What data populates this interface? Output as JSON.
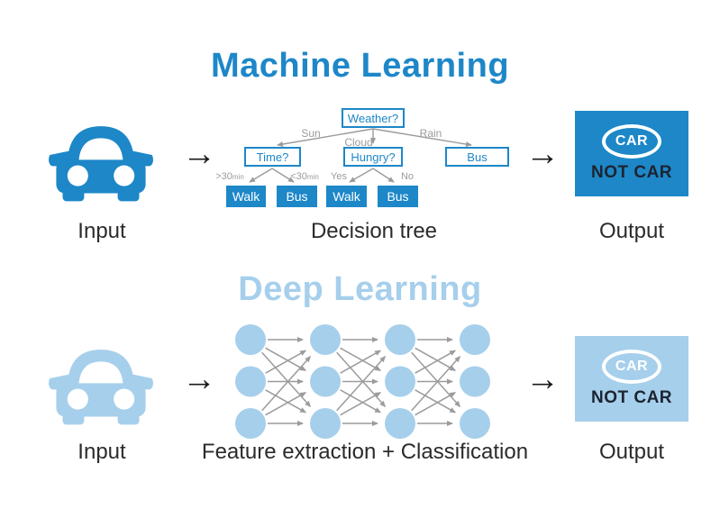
{
  "machine_learning": {
    "title": "Machine Learning",
    "input_label": "Input",
    "arrow": "→",
    "diagram_label": "Decision tree",
    "output_label": "Output",
    "logo": {
      "car": "CAR",
      "not_car": "NOT CAR"
    },
    "tree": {
      "root": "Weather?",
      "branches": [
        {
          "label": "Sun",
          "node": "Time?"
        },
        {
          "label": "Cloud",
          "node": "Hungry?"
        },
        {
          "label": "Rain",
          "node": "Bus"
        }
      ],
      "sub_branches": [
        {
          "label_main": ">30",
          "label_sub": "min",
          "node": "Walk"
        },
        {
          "label_main": "<30",
          "label_sub": "min",
          "node": "Bus"
        },
        {
          "label_main": "Yes",
          "label_sub": "",
          "node": "Walk"
        },
        {
          "label_main": "No",
          "label_sub": "",
          "node": "Bus"
        }
      ]
    }
  },
  "deep_learning": {
    "title": "Deep Learning",
    "input_label": "Input",
    "arrow": "→",
    "diagram_label": "Feature extraction + Classification",
    "output_label": "Output",
    "logo": {
      "car": "CAR",
      "not_car": "NOT CAR"
    },
    "network": {
      "layers": 4,
      "nodes_per_layer": 3
    }
  },
  "colors": {
    "primary_blue": "#1d87c8",
    "light_blue": "#a6cfec",
    "edge_gray": "#9b9b9b",
    "text_dark": "#2b2b2b",
    "logo_text_dark": "#1c2430"
  }
}
